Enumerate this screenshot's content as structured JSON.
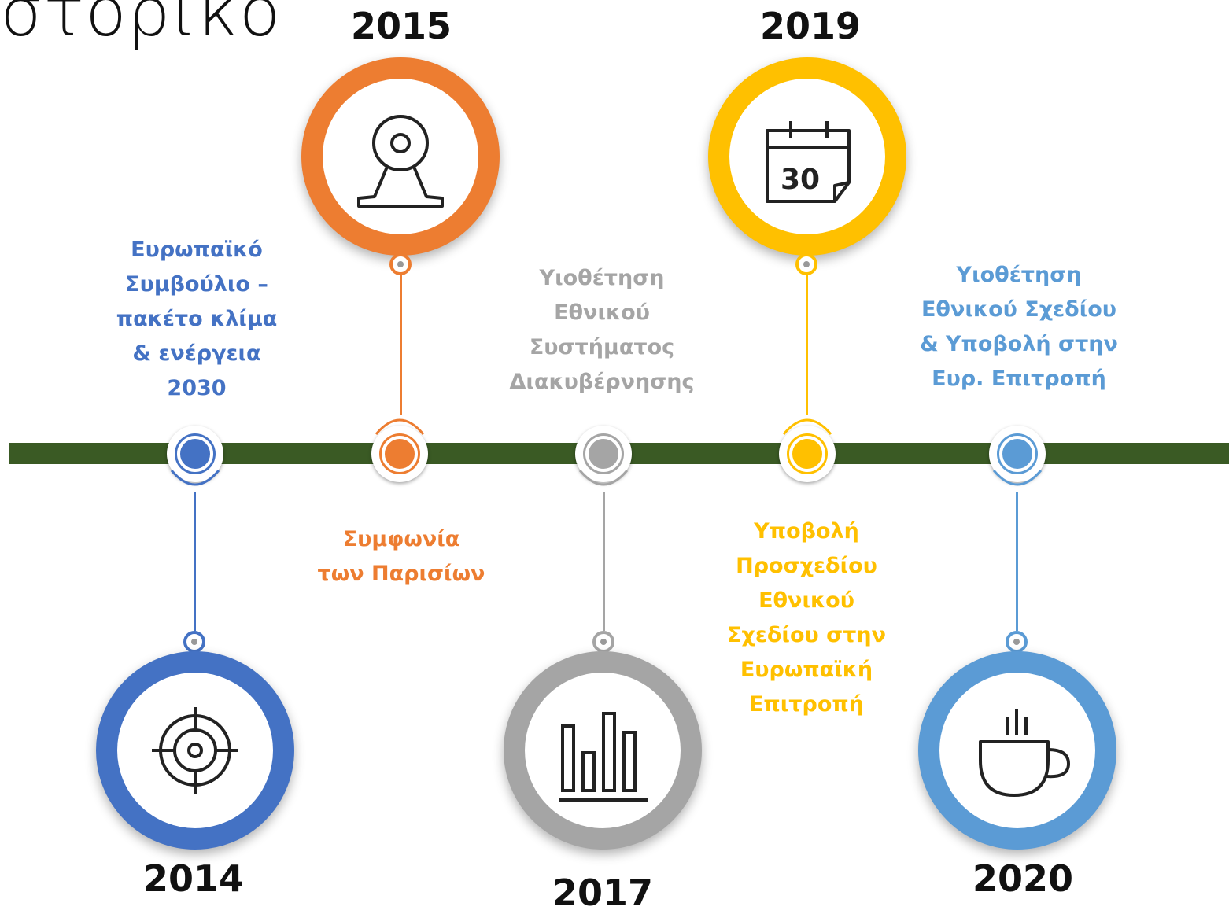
{
  "title_fragment": "στορικο",
  "colors": {
    "track": "#3a5a24",
    "blue": "#4472c4",
    "orange": "#ed7d31",
    "gray": "#a5a5a5",
    "gold": "#ffc000",
    "light_blue": "#5b9bd5"
  },
  "milestones": [
    {
      "year": "2014",
      "label": "Ευρωπαϊκό\nΣυμβούλιο –\nπακέτο κλίμα\n& ενέργεια\n2030",
      "icon": "target-icon",
      "color": "#4472c4"
    },
    {
      "year": "2015",
      "label": "Συμφωνία\nτων Παρισίων",
      "icon": "webcam-icon",
      "color": "#ed7d31"
    },
    {
      "year": "2017",
      "label": "Υιοθέτηση\nΕθνικού\nΣυστήματος\nΔιακυβέρνησης",
      "icon": "bar-chart-icon",
      "color": "#a5a5a5"
    },
    {
      "year": "2019",
      "label": "Υποβολή\nΠροσχεδίου\nΕθνικού\nΣχεδίου στην\nΕυρωπαϊκή\nΕπιτροπή",
      "icon": "calendar-icon",
      "color": "#ffc000"
    },
    {
      "year": "2020",
      "label": "Υιοθέτηση\nΕθνικού Σχεδίου\n& Υποβολή στην\nΕυρ. Επιτροπή",
      "icon": "coffee-cup-icon",
      "color": "#5b9bd5"
    }
  ],
  "calendar_day": "30"
}
